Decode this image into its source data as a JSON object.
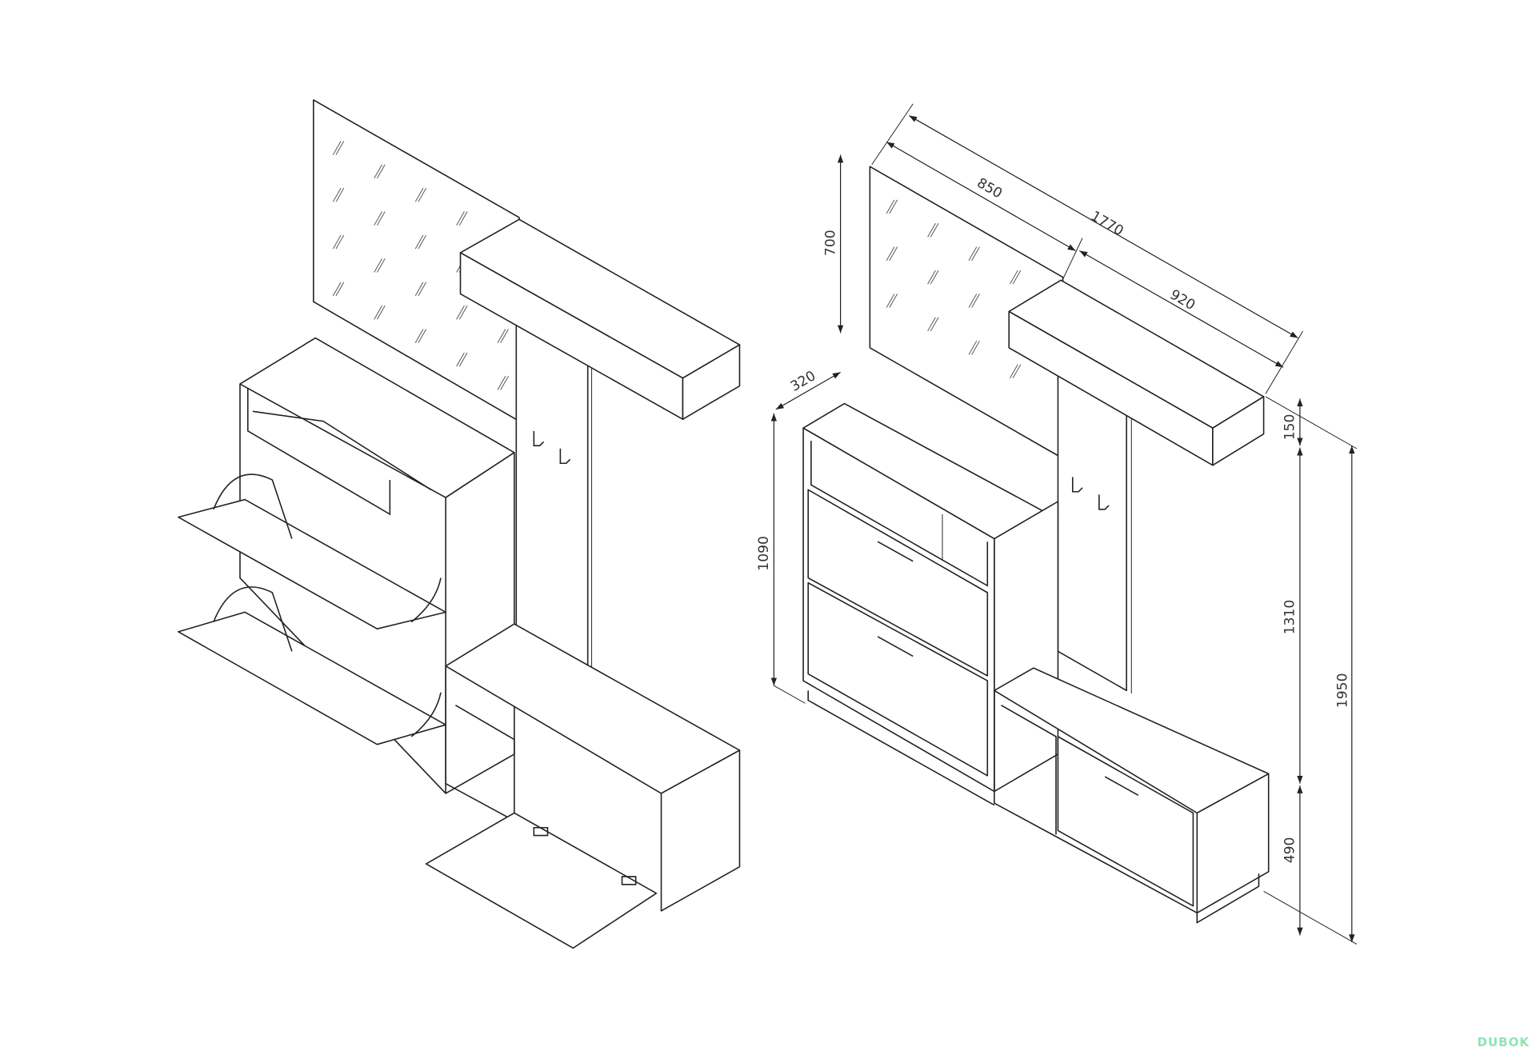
{
  "diagram": {
    "title": "Hallway furniture set isometric drawing",
    "dimensions": {
      "mirror_height": "700",
      "mirror_width": "850",
      "total_width": "1770",
      "top_shelf_width": "920",
      "depth": "320",
      "shoe_cabinet_height": "1090",
      "top_shelf_height": "150",
      "panel_height": "1310",
      "bench_height": "490",
      "total_height": "1950"
    },
    "units": "mm"
  },
  "watermark": "DUBOK"
}
